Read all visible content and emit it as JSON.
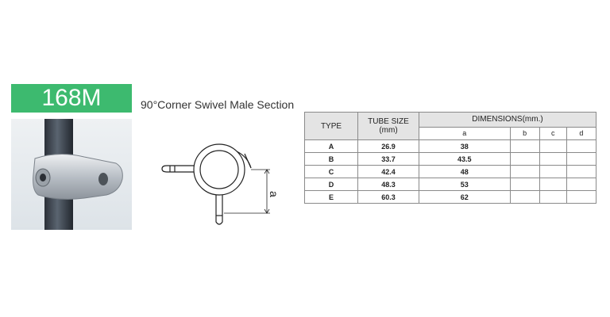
{
  "product": {
    "code": "168M",
    "title": "90°Corner Swivel Male Section"
  },
  "drawing": {
    "dimension_label": "a"
  },
  "table": {
    "headers": {
      "type": "TYPE",
      "tube_size": "TUBE SIZE",
      "tube_unit": "(mm)",
      "dimensions": "DIMENSIONS(mm.)",
      "sub": [
        "a",
        "b",
        "c",
        "d"
      ]
    },
    "rows": [
      {
        "type": "A",
        "tube": "26.9",
        "a": "38",
        "b": "",
        "c": "",
        "d": ""
      },
      {
        "type": "B",
        "tube": "33.7",
        "a": "43.5",
        "b": "",
        "c": "",
        "d": ""
      },
      {
        "type": "C",
        "tube": "42.4",
        "a": "48",
        "b": "",
        "c": "",
        "d": ""
      },
      {
        "type": "D",
        "tube": "48.3",
        "a": "53",
        "b": "",
        "c": "",
        "d": ""
      },
      {
        "type": "E",
        "tube": "60.3",
        "a": "62",
        "b": "",
        "c": "",
        "d": ""
      }
    ]
  }
}
